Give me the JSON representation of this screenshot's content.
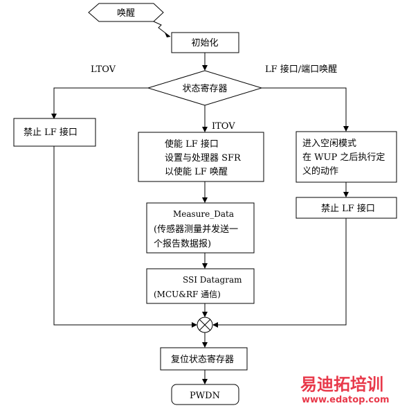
{
  "diagram": {
    "wake": "唤醒",
    "init": "初始化",
    "ltov_label": "LTOV",
    "lf_wake_label": "LF 接口/端口唤醒",
    "status_register": "状态寄存器",
    "itov_label": "ITOV",
    "disable_lf_left": "禁止 LF 接口",
    "enable_lf": [
      "使能 LF 接口",
      "设置与处理器 SFR",
      "以使能 LF 唤醒"
    ],
    "idle_mode": [
      "进入空闲模式",
      "在 WUP 之后执行定",
      "义的动作"
    ],
    "disable_lf_right": "禁止 LF 接口",
    "measure": [
      "Measure_Data",
      "(传感器测量并发送一",
      "个报告数据报)"
    ],
    "ssi": [
      "SSI  Datagram",
      "(MCU&RF  通信)"
    ],
    "reset_status": "复位状态寄存器",
    "pwdn": "PWDN"
  },
  "watermark": {
    "brand": "易迪拓培训",
    "url": "www.edatop.com",
    "color": "#e8394a"
  }
}
